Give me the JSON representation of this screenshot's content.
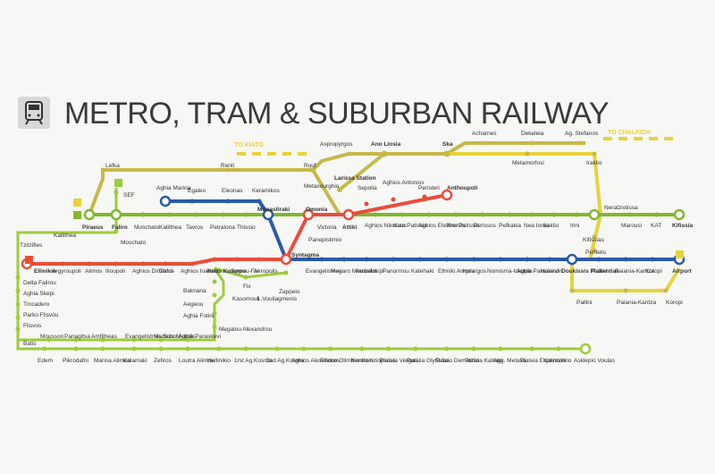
{
  "header": {
    "title": "METRO, TRAM & SUBURBAN RAILWAY",
    "icon": "train-icon"
  },
  "colors": {
    "green": "#7fb82c",
    "red": "#e94d3a",
    "blue": "#2a5aa8",
    "yellow": "#e8d23a",
    "olive": "#c7b84a",
    "bg": "#f7f7f5"
  },
  "directions": {
    "to_kiato": "TO KIATO",
    "to_chalkida": "TO CHALKIDA"
  },
  "stations": {
    "s_aspropyrgos": "Aspropyrgos",
    "s_ano_liosia": "Ano Liosia",
    "s_ska": "Ska",
    "s_acharnes": "Acharnes",
    "s_dekeleia": "Dekeleia",
    "s_ag_stefanos": "Ag. Stefanos",
    "s_metamorfosi": "Metamorfosi",
    "s_iraklio_top": "Iraklio",
    "s_lefka": "Lefka",
    "s_renti": "Renti",
    "s_rouf": "Rouf",
    "s_sef": "SEF",
    "s_agia_marina": "Aghia Marina",
    "s_egaleo": "Egaleo",
    "s_eleonas": "Eleonas",
    "s_keramikos": "Keramikos",
    "s_metaxourghio": "Metaxourghio",
    "s_larissa": "Larissa Station",
    "s_sepolia": "Sepolia",
    "s_agios_antonios": "Aghios Antonios",
    "s_peristeri": "Peristeri",
    "s_anthoupoli": "Anthoupoli",
    "s_piraeus": "Piraeus",
    "s_faliro": "Faliro",
    "s_moschato": "Moschato",
    "s_kallithea": "Kallithea",
    "s_tavros": "Tavros",
    "s_petralona": "Petralona",
    "s_thissio": "Thissio",
    "s_monastiraki": "Monastiraki",
    "s_omonia": "Omonia",
    "s_victoria": "Victoria",
    "s_attiki": "Attiki",
    "s_agios_nikolaos": "Aghios Nikolaos",
    "s_kato_patissia": "Kato Patissia",
    "s_agios_eleftherios": "Aghios Eleftherios",
    "s_ano_patissia": "Ano Patissia",
    "s_perissos": "Perissos",
    "s_pefkakia": "Pefkakia",
    "s_nea_ionia": "Nea Ionia",
    "s_iraklio": "Iraklio",
    "s_irini": "Irini",
    "s_neratziotissa": "Neratziotissa",
    "s_marousi": "Marousi",
    "s_kat": "KAT",
    "s_kifissia": "Kifissia",
    "s_kalithea_tram": "Kalithea",
    "s_moschato_2": "Moschato",
    "s_panepistimio": "Panepistimio",
    "s_syntagma": "Syntagma",
    "s_evangelismos": "Evangelismos",
    "s_megaro": "Megaro Moussikis",
    "s_ambelokipi": "Ambelokipi",
    "s_panormou": "Panormou",
    "s_katehaki": "Katehaki",
    "s_ethniki": "Ethniki Amyna",
    "s_holargos": "Holargos",
    "s_nomismatokopio": "Nomisma-tokopio",
    "s_agia_paraskevi": "Aghia Paraskevi",
    "s_halandri": "Halandri",
    "s_doukissis": "Doukissis Plakentias",
    "s_pallini": "Pallini",
    "s_paiania": "Paiania-Kantza",
    "s_koropi": "Koropi",
    "s_airport": "Airport",
    "s_kifissias": "Kifissias",
    "s_pentelis": "Pentelis",
    "s_pallini_2": "Pallini",
    "s_paiania_2": "Paiania-Kantza",
    "s_koropi_2": "Koropi",
    "s_tzitzifies": "Tzitzifies",
    "s_kalithea_2": "Kallithea",
    "s_ellinikio": "Ellinikio",
    "s_argyroupoli": "Argyroupoli",
    "s_alimos": "Alimos",
    "s_ilioupoli": "Ilioupoli",
    "s_agios_dimitrios": "Aghios Dimitrios",
    "s_dafni": "Dafni",
    "s_agios_ioannis": "Aghios Ioannis",
    "s_neos_kosmos": "Neos Kosmos",
    "s_sygrou_fix": "Sygrou-Fix",
    "s_akropolis": "Akropolis",
    "s_baknana": "Baknana",
    "s_fix": "Fix",
    "s_kasomouli": "Kasomouli",
    "s_zappeio": "Zappeio",
    "s_vouliagmenis": "L.Vouliagmenis",
    "s_aegeou": "Aegeou",
    "s_agia_fotini": "Aghia Fotini",
    "s_megalou_alex": "Megalou Alexandrou",
    "s_delta_falirou": "Delta Falirou",
    "s_agia_skepi": "Aghia Skepi",
    "s_trocadero": "Trocadero",
    "s_parko_flisvou": "Parko Flisvou",
    "s_flisvos": "Flisvos",
    "s_batis": "Batis",
    "s_edem": "Edem",
    "s_mousson": "Mousson",
    "s_pikrodafni": "Pikrodafni",
    "s_panagitsa": "Panagitsa",
    "s_amfitheas": "Amfitheas",
    "s_marina_alimou": "Marina Alimou",
    "s_evangelistrias": "Evangelistrias Schol.",
    "s_kalamaki": "Kalamaki",
    "s_medeas": "Medeas Mykolis",
    "s_zefiros": "Zefiros",
    "s_agia_paraskevi_2": "Aghia Paraskevi",
    "s_loutra": "Loutra Alimou",
    "s_helliniko": "Hellinikio",
    "s_1st_kosma": "1rst Ag.Kosma",
    "s_2nd_kosma": "2nd Ag.Kosma",
    "s_agios_alexandros": "Aghios Alexandros",
    "s_ellinon": "Ellinon Olimbionikon",
    "s_kentro": "Kentro Istioploias",
    "s_plateia_vergoti": "Plateia Vergoti",
    "s_paralia": "Paralia Glyfadas",
    "s_palaio": "Palaio Demarhio",
    "s_plateia_katraki": "Plateia Katraki",
    "s_agia_metaxa": "Agg. Metaxa",
    "s_plateia_esperidon": "Plateia Esperidon",
    "s_kolimvitirio": "Kolimvitirio",
    "s_asklepio": "Asklepio Voulas"
  }
}
